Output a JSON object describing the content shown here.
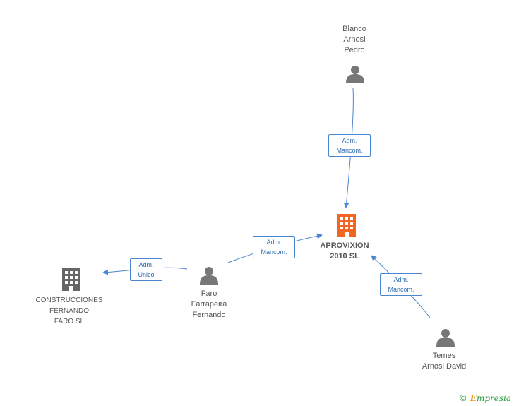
{
  "nodes": {
    "blanco": {
      "lines": [
        "Blanco",
        "Arnosi",
        "Pedro"
      ],
      "icon": "person-icon"
    },
    "aprovixion": {
      "lines": [
        "APROVIXION",
        "2010 SL"
      ],
      "icon": "building-icon",
      "color": "#f26522"
    },
    "construcciones": {
      "lines": [
        "CONSTRUCCIONES",
        "FERNANDO",
        "FARO SL"
      ],
      "icon": "building-icon",
      "color": "#666666"
    },
    "faro": {
      "lines": [
        "Faro",
        "Farrapeira",
        "Fernando"
      ],
      "icon": "person-icon"
    },
    "temes": {
      "lines": [
        "Temes",
        "Arnosi David"
      ],
      "icon": "person-icon"
    }
  },
  "edges": {
    "blanco_aprovixion": {
      "lines": [
        "Adm.",
        "Mancom."
      ]
    },
    "faro_aprovixion": {
      "lines": [
        "Adm.",
        "Mancom."
      ]
    },
    "faro_construcciones": {
      "lines": [
        "Adm.",
        "Unico"
      ]
    },
    "temes_aprovixion": {
      "lines": [
        "Adm.",
        "Mancom."
      ]
    }
  },
  "colors": {
    "edge": "#4a86cf",
    "person": "#777777"
  },
  "credit": {
    "copyright": "©",
    "brand_first": "E",
    "brand_rest": "mpresia"
  }
}
